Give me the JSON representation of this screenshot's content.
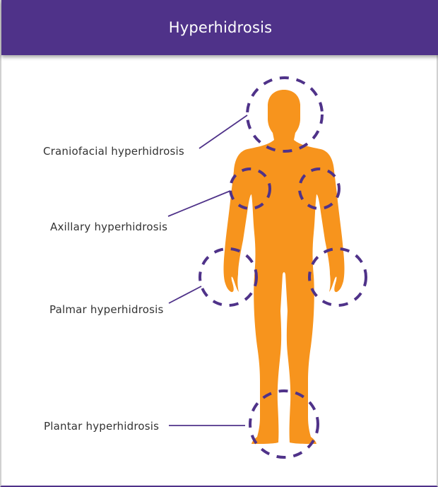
{
  "header": {
    "title": "Hyperhidrosis"
  },
  "labels": [
    {
      "id": "craniofacial",
      "text": "Craniofacial hyperhidrosis"
    },
    {
      "id": "axillary",
      "text": "Axillary hyperhidrosis"
    },
    {
      "id": "palmar",
      "text": "Palmar hyperhidrosis"
    },
    {
      "id": "plantar",
      "text": "Plantar hyperhidrosis"
    }
  ],
  "colors": {
    "header_bg": "#4f3289",
    "body_fill": "#f7941d",
    "circle_stroke": "#4f3289",
    "label_text": "#333333"
  }
}
